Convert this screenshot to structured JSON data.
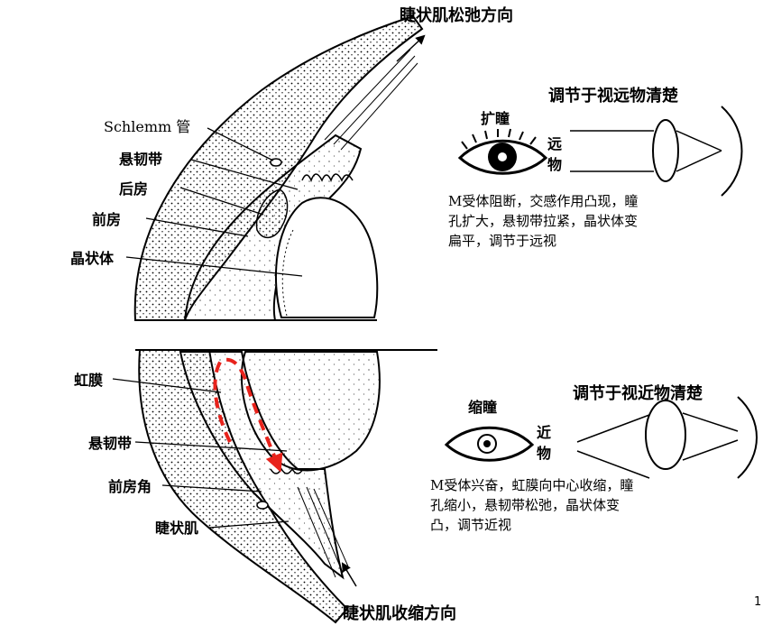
{
  "top_arrow_label": "睫状肌松弛方向",
  "bottom_arrow_label": "睫状肌收缩方向",
  "top_labels": {
    "schlemm": "Schlemm 管",
    "suspensory_ligament": "悬韧带",
    "posterior_chamber": "后房",
    "anterior_chamber": "前房",
    "lens": "晶状体"
  },
  "bottom_labels": {
    "iris": "虹膜",
    "suspensory_ligament": "悬韧带",
    "anterior_chamber_angle": "前房角",
    "ciliary_muscle": "睫状肌"
  },
  "far_panel": {
    "title": "调节于视远物清楚",
    "pupil_state": "扩瞳",
    "object_label_1": "远",
    "object_label_2": "物",
    "desc_line1": "M受体阻断，交感作用凸现，瞳",
    "desc_line2": "孔扩大，悬韧带拉紧，晶状体变",
    "desc_line3": "扁平，调节于远视"
  },
  "near_panel": {
    "title": "调节于视近物清楚",
    "pupil_state": "缩瞳",
    "object_label_1": "近",
    "object_label_2": "物",
    "desc_line1": "M受体兴奋，虹膜向中心收缩，瞳",
    "desc_line2": "孔缩小，悬韧带松弛，晶状体变",
    "desc_line3": "凸，调节近视"
  },
  "corner_mark": "1",
  "colors": {
    "ink": "#000000",
    "flow_arrow": "#e8231c",
    "background": "#ffffff"
  }
}
